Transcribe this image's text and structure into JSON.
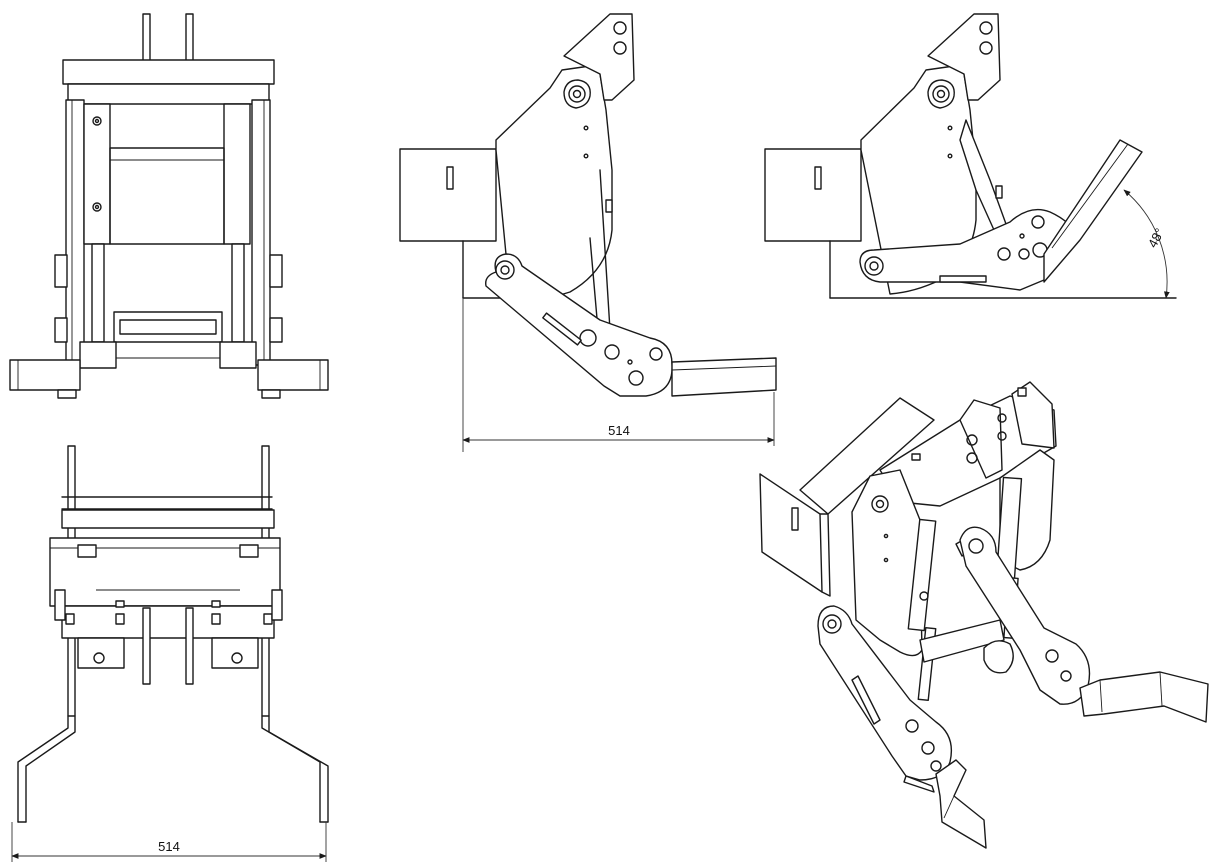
{
  "colors": {
    "line": "#1a1a1a",
    "background": "#ffffff"
  },
  "dimensions": {
    "front_view_width": "514",
    "side_view_width": "514",
    "tilt_angle": "48°"
  }
}
